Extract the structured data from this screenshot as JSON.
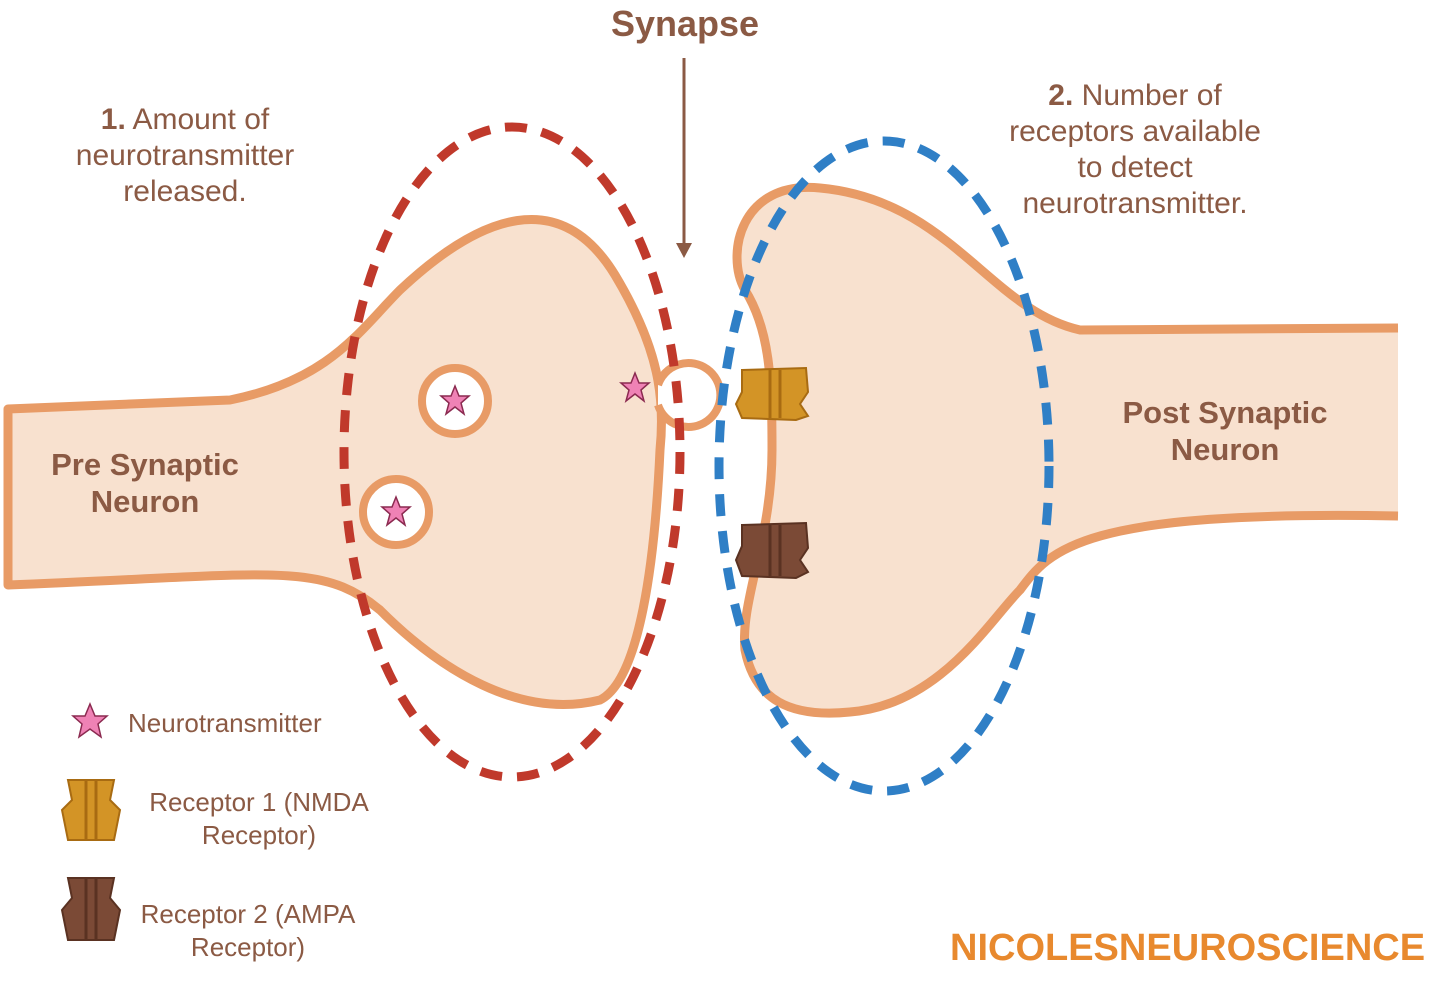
{
  "title": "Synapse",
  "point1": {
    "number": "1.",
    "text_line1": "Amount of",
    "text_line2": "neurotransmitter",
    "text_line3": "released."
  },
  "point2": {
    "number": "2.",
    "text_line1": "Number of",
    "text_line2": "receptors available",
    "text_line3": "to detect",
    "text_line4": "neurotransmitter."
  },
  "pre_neuron": {
    "line1": "Pre Synaptic",
    "line2": "Neuron"
  },
  "post_neuron": {
    "line1": "Post Synaptic",
    "line2": "Neuron"
  },
  "legend": {
    "neurotransmitter": "Neurotransmitter",
    "receptor1_line1": "Receptor 1 (NMDA",
    "receptor1_line2": "Receptor)",
    "receptor2_line1": "Receptor 2 (AMPA",
    "receptor2_line2": "Receptor)"
  },
  "watermark": "NICOLESNEUROSCIENCE",
  "colors": {
    "neuron_fill": "#f8e1cf",
    "neuron_outline": "#e89b66",
    "text": "#8b5a44",
    "pre_ellipse": "#c0392b",
    "post_ellipse": "#2f7fc6",
    "star": "#ef82b5",
    "receptor1": "#d39426",
    "receptor2": "#7b4a36",
    "watermark": "#e8892e"
  }
}
